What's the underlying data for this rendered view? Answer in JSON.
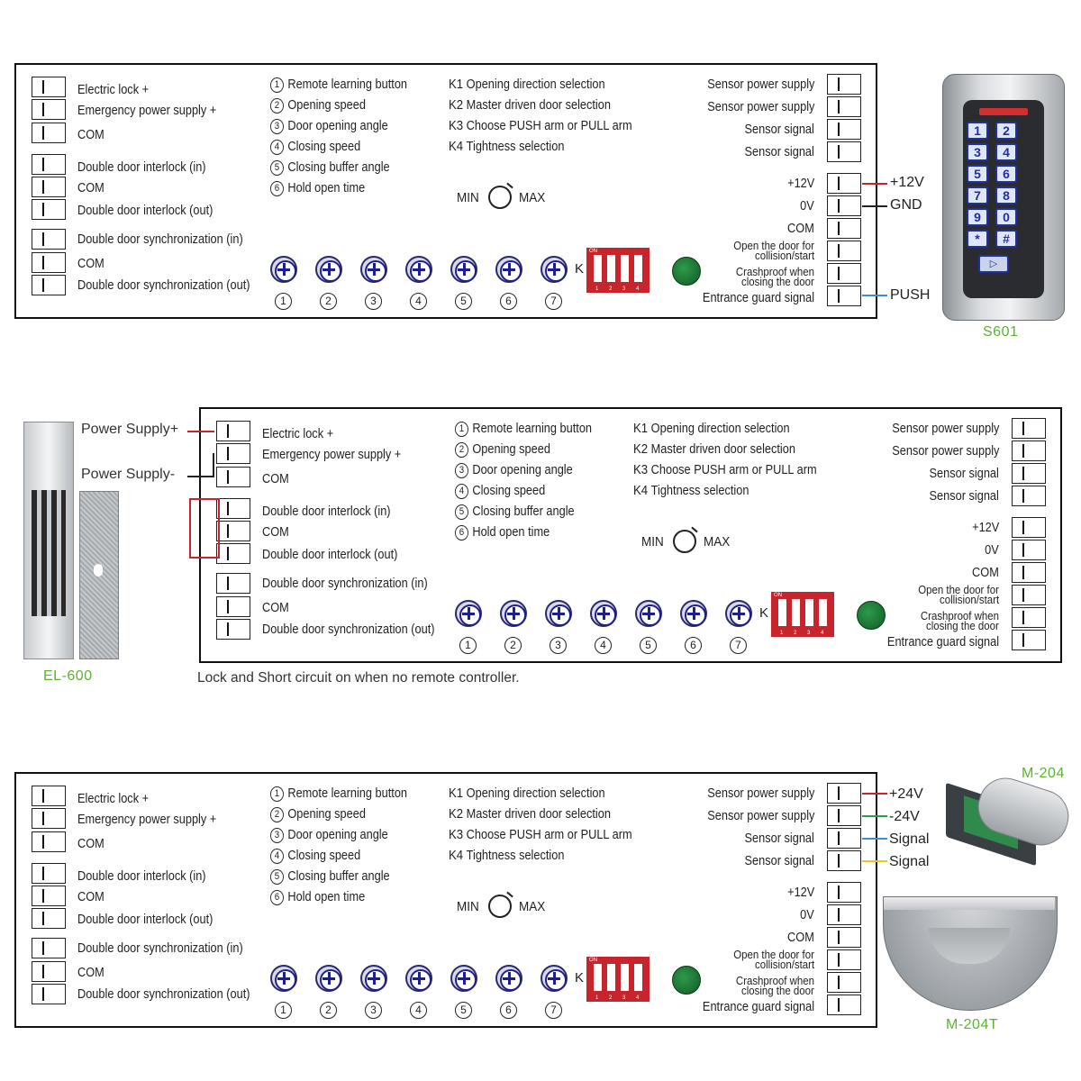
{
  "left_labels": {
    "electric_lock": "Electric lock +",
    "emergency_power": "Emergency power supply +",
    "com1": "COM",
    "interlock_in": "Double door interlock (in)",
    "com2": "COM",
    "interlock_out": "Double door interlock (out)",
    "sync_in": "Double door synchronization (in)",
    "com3": "COM",
    "sync_out": "Double door synchronization (out)"
  },
  "adjust_list": {
    "item1": "Remote learning button",
    "item2": "Opening speed",
    "item3": "Door opening angle",
    "item4": "Closing speed",
    "item5": "Closing buffer angle",
    "item6": "Hold open time",
    "n1": "1",
    "n2": "2",
    "n3": "3",
    "n4": "4",
    "n5": "5",
    "n6": "6",
    "n7": "7"
  },
  "k_list": {
    "k1_key": "K1",
    "k1": "Opening direction selection",
    "k2_key": "K2",
    "k2": "Master driven door selection",
    "k3_key": "K3",
    "k3": "Choose PUSH arm or PULL arm",
    "k4_key": "K4",
    "k4": "Tightness selection"
  },
  "knob": {
    "min": "MIN",
    "max": "MAX"
  },
  "dip_label": "K",
  "dip": {
    "on": "ON",
    "d1": "1",
    "d2": "2",
    "d3": "3",
    "d4": "4"
  },
  "right_labels": {
    "sensor_power_1": "Sensor power supply",
    "sensor_power_2": "Sensor power supply",
    "sensor_signal_1": "Sensor signal",
    "sensor_signal_2": "Sensor signal",
    "v12": "+12V",
    "v0": "0V",
    "com": "COM",
    "open_door_1": "Open the door for",
    "open_door_2": "collision/start",
    "crashproof_1": "Crashproof when",
    "crashproof_2": "closing the door",
    "entrance_guard": "Entrance guard signal"
  },
  "wiring": {
    "panel1": {
      "v12": "+12V",
      "gnd": "GND",
      "push": "PUSH",
      "device": "S601"
    },
    "panel2": {
      "power_plus": "Power Supply+",
      "power_minus": "Power Supply-",
      "device": "EL-600",
      "note": "Lock and Short circuit on when no remote controller."
    },
    "panel3": {
      "plus24": "+24V",
      "minus24": "-24V",
      "signal1": "Signal",
      "signal2": "Signal",
      "device_top": "M-204",
      "device_bottom": "M-204T"
    }
  },
  "keypad": {
    "keys": [
      "1",
      "2",
      "3",
      "4",
      "5",
      "6",
      "7",
      "8",
      "9",
      "0",
      "*",
      "#"
    ]
  },
  "colors": {
    "wire_red": "#c8242c",
    "wire_blue": "#3b8fd0",
    "wire_green": "#2e9a4a",
    "wire_yellow": "#e8c820",
    "caption_green": "#5cb230",
    "screw_blue": "#1e1e8c",
    "dip_red": "#c8242c"
  }
}
